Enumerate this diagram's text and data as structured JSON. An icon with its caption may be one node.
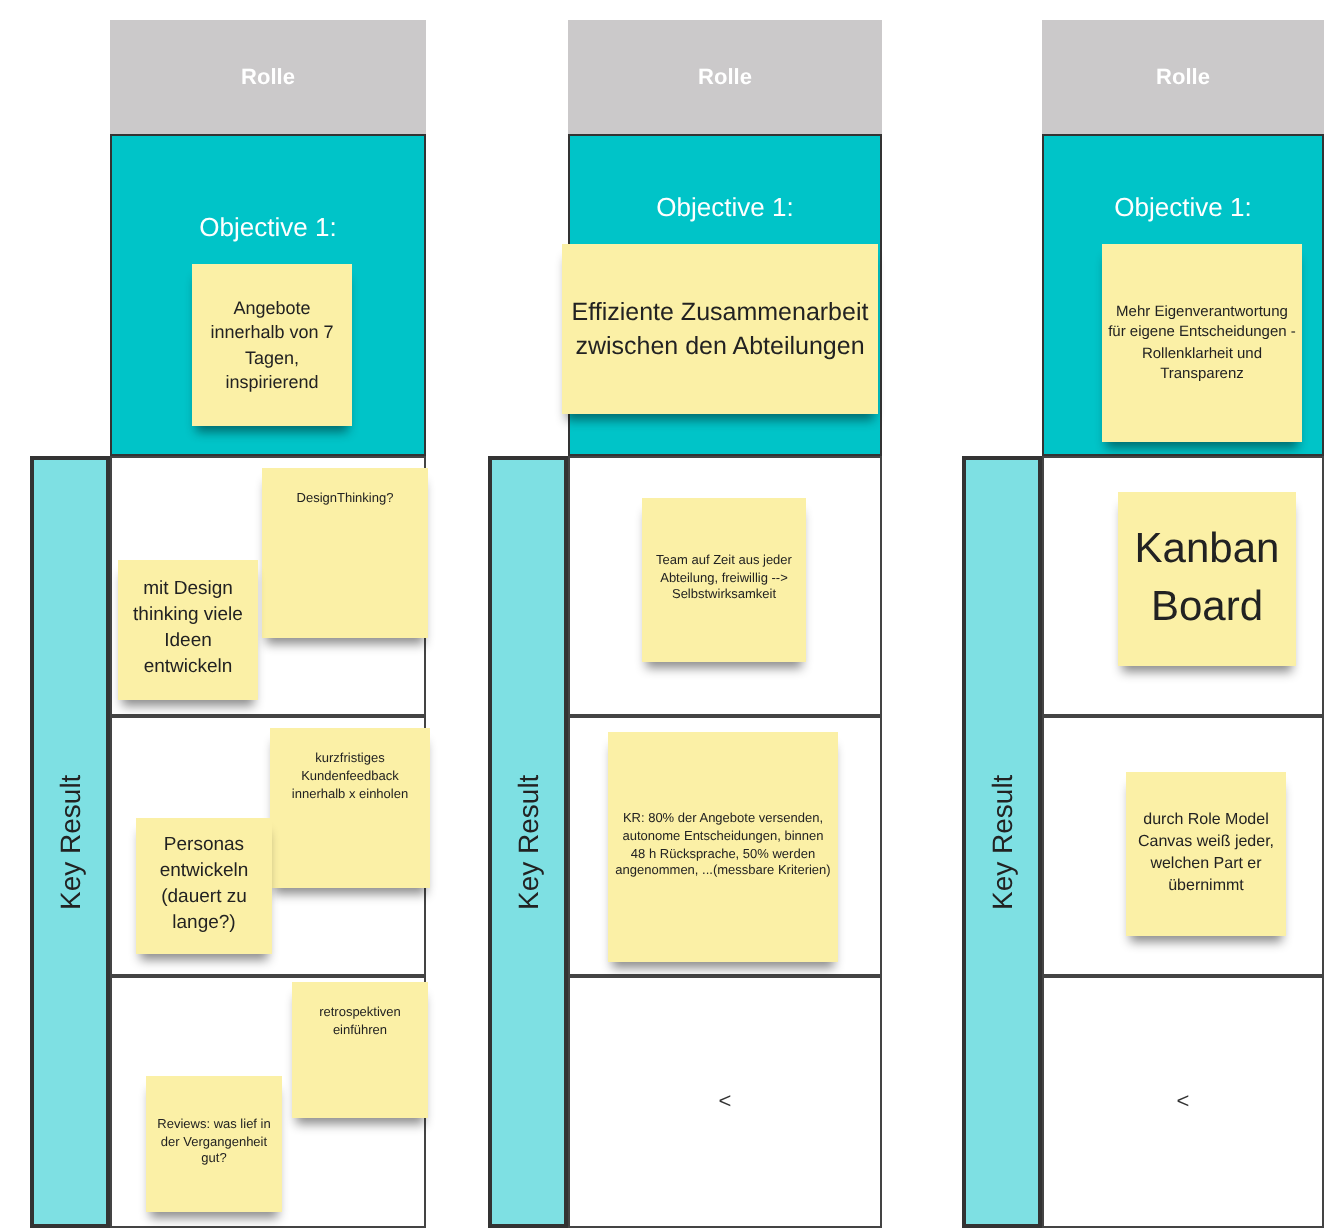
{
  "diagram": {
    "nodes": [
      {
        "text": [
          "Rolle"
        ]
      },
      {
        "text": [
          "Objective 1:"
        ]
      },
      {
        "text": [
          "Angebote innerhalb von 7 Tagen, inspirierend"
        ],
        "in": 1
      },
      {
        "text": [
          "Key Result"
        ]
      },
      {
        "text": [],
        "shape": "box"
      },
      {
        "text": [
          "DesignThinking?"
        ],
        "in": 4
      },
      {
        "text": [
          "mit Design thinking viele Ideen entwickeln"
        ],
        "in": 4
      },
      {
        "text": [],
        "shape": "box"
      },
      {
        "text": [
          "kurzfristiges Kundenfeedback innerhalb x einholen"
        ],
        "in": 7
      },
      {
        "text": [
          "Personas entwickeln (dauert zu lange?)"
        ],
        "in": 7
      },
      {
        "text": [],
        "shape": "box"
      },
      {
        "text": [
          "retrospektiven einführen"
        ],
        "in": 10
      },
      {
        "text": [
          "Reviews: was lief in der Vergangenheit gut?"
        ],
        "in": 10
      },
      {
        "text": [
          "Rolle"
        ]
      },
      {
        "text": [
          "Objective 1:"
        ]
      },
      {
        "text": [
          "Effiziente Zusammenarbeit zwischen den Abteilungen"
        ],
        "in": 14
      },
      {
        "text": [
          "Key Result"
        ]
      },
      {
        "text": [],
        "shape": "box"
      },
      {
        "text": [
          "Team auf Zeit aus jeder Abteilung, freiwillig --> Selbstwirksamkeit"
        ],
        "in": 17
      },
      {
        "text": [],
        "shape": "box"
      },
      {
        "text": [
          "KR: 80% der Angebote versenden, autonome Entscheidungen, binnen 48 h Rücksprache, 50% werden angenommen, ...(messbare Kriterien)"
        ],
        "in": 19
      },
      {
        "text": [
          "<"
        ]
      },
      {
        "text": [
          "Rolle"
        ]
      },
      {
        "text": [
          "Objective 1:"
        ]
      },
      {
        "text": [
          "Mehr Eigenverantwortung für eigene Entscheidungen - Rollenklarheit und Transparenz"
        ],
        "in": 23
      },
      {
        "text": [
          "Key Result"
        ]
      },
      {
        "text": [],
        "shape": "box"
      },
      {
        "text": [
          "Kanban Board"
        ],
        "in": 26
      },
      {
        "text": [],
        "shape": "box"
      },
      {
        "text": [
          "durch Role Model Canvas weiß jeder, welchen Part er übernimmt"
        ],
        "in": 28
      },
      {
        "text": [
          "<"
        ]
      }
    ]
  }
}
